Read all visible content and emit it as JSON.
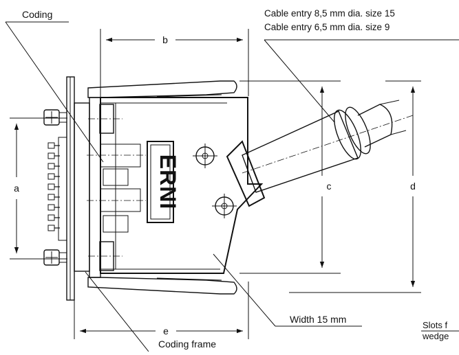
{
  "labels": {
    "coding": "Coding",
    "cable_entry_1": "Cable entry 8,5 mm dia. size 15",
    "cable_entry_2": "Cable entry 6,5 mm dia. size 9",
    "dim_a": "a",
    "dim_b": "b",
    "dim_c": "c",
    "dim_d": "d",
    "dim_e": "e",
    "width": "Width 15 mm",
    "coding_frame": "Coding frame",
    "slots_1": "Slots f",
    "slots_2": "wedge"
  },
  "logo": {
    "text": "ERNI"
  },
  "colors": {
    "ink": "#111111",
    "paper": "#ffffff",
    "shade": "#d9d9d9"
  },
  "icons": {
    "screw": "screw-head-icon",
    "crosshair": "crosshair-circle-icon",
    "contact": "contact-pin-icon"
  }
}
